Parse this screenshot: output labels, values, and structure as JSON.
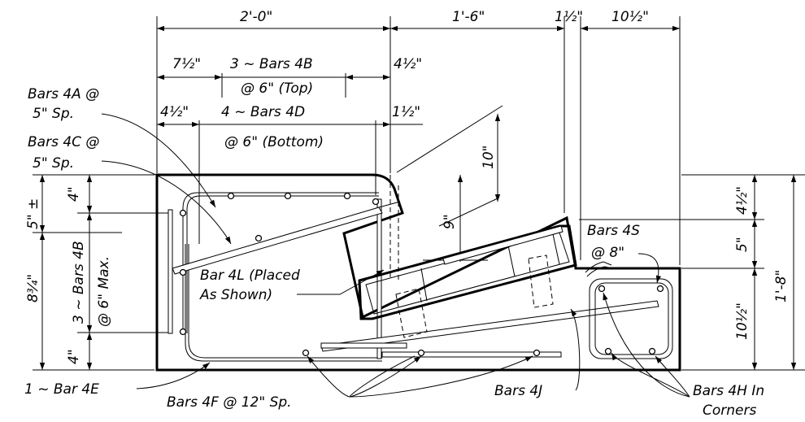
{
  "dimensions": {
    "width_2_0": "2'-0\"",
    "width_1_6": "1'-6\"",
    "width_1_5": "1½\"",
    "width_10_5": "10½\"",
    "top_left_7_5": "7½\"",
    "top_right_4_5": "4½\"",
    "bot_left_4_5": "4½\"",
    "bot_right_1_5": "1½\"",
    "rise_10": "10\"",
    "rise_9": "9\"",
    "left_4": "4\"",
    "left_5pm": "5\" ±",
    "left_8_75": "8¾\"",
    "left_4_bottom": "4\"",
    "right_4_5": "4½\"",
    "right_5": "5\"",
    "right_10_5": "10½\"",
    "height_1_8": "1'-8\""
  },
  "labels": {
    "bars_4b_line1": "3 ~ Bars 4B",
    "bars_4b_line2": "@ 6\" (Top)",
    "bars_4d_line1": "4 ~ Bars 4D",
    "bars_4d_line2": "@ 6\" (Bottom)",
    "bars_4a_line1": "Bars 4A @",
    "bars_4a_line2": "5\" Sp.",
    "bars_4c_line1": "Bars 4C @",
    "bars_4c_line2": "5\" Sp.",
    "bars_4b_vertical": "3 ~ Bars 4B",
    "bars_4b_vertical_spacing": "@ 6\" Max.",
    "bar_4l_line1": "Bar 4L (Placed",
    "bar_4l_line2": "As Shown)",
    "bars_4s_line1": "Bars 4S",
    "bars_4s_line2": "@ 8\"",
    "bar_4e": "1 ~ Bar 4E",
    "bars_4f": "Bars 4F @ 12\" Sp.",
    "bars_4j": "Bars 4J",
    "bars_4h_line1": "Bars 4H In",
    "bars_4h_line2": "Corners"
  }
}
